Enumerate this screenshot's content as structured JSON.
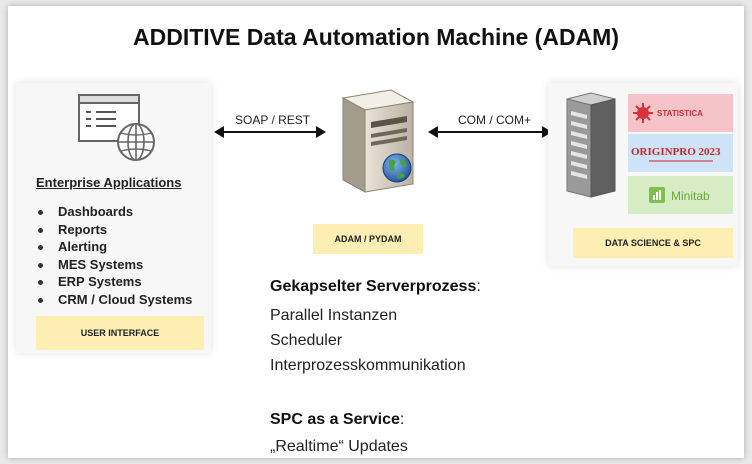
{
  "title": "ADDITIVE Data Automation Machine (ADAM)",
  "left_panel": {
    "heading": "Enterprise Applications",
    "items": [
      "Dashboards",
      "Reports",
      "Alerting",
      "MES Systems",
      "ERP Systems",
      "CRM / Cloud Systems"
    ],
    "tag": "USER INTERFACE"
  },
  "arrows": {
    "left_label": "SOAP / REST",
    "right_label": "COM / COM+"
  },
  "center": {
    "tag": "ADAM / PYDAM"
  },
  "right_panel": {
    "logos": {
      "statistica": "STATISTICA",
      "originpro": "ORIGINPRO 2023",
      "minitab": "Minitab"
    },
    "tag": "DATA SCIENCE & SPC"
  },
  "server_process": {
    "heading": "Gekapselter Serverprozess",
    "lines": [
      "Parallel Instanzen",
      "Scheduler",
      "Interprozesskommunikation"
    ]
  },
  "spc": {
    "heading": "SPC as a Service",
    "lines": [
      "„Realtime“ Updates"
    ]
  },
  "colors": {
    "tag_fill": "#fdeeb4",
    "statistica_bg": "#f6c4c8",
    "originpro_bg": "#cfe3f6",
    "minitab_bg": "#d6ecc4"
  }
}
